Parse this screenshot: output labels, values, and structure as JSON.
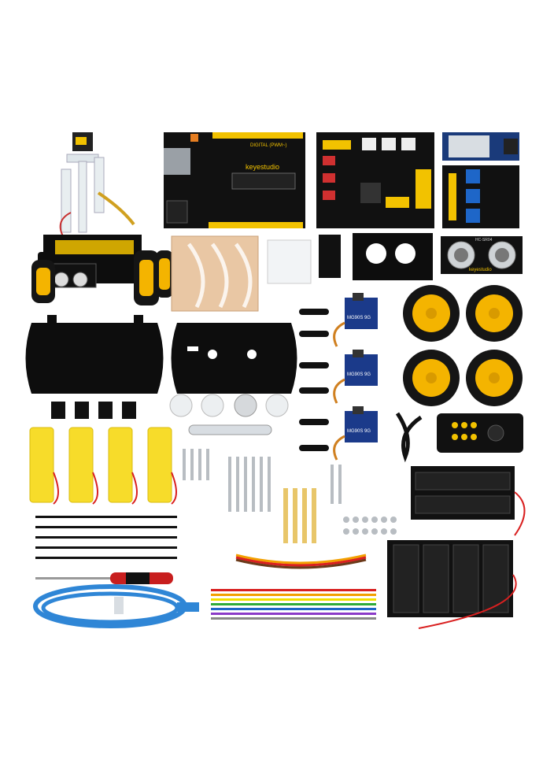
{
  "colors": {
    "background": "#ffffff",
    "pcb_black": "#111111",
    "header_yellow": "#f2c200",
    "wheel_yellow": "#f4b400",
    "tire_black": "#151515",
    "motor_yellow": "#f7dc2a",
    "acrylic_black": "#0d0d0d",
    "servo_blue": "#1b3a8a",
    "usb_blue": "#2f86d6",
    "wire_red": "#d92020"
  },
  "board_labels": {
    "uno_brand": "keyestudio",
    "uno_digital": "DIGITAL (PWM~)",
    "ultrasonic_brand": "keyestudio",
    "ultrasonic_model": "HC-SR04"
  },
  "servos": {
    "label": "MG90S 9G"
  },
  "icons": {
    "robot_car": "robot-car-icon",
    "mainboard": "mainboard-icon",
    "shield": "motor-shield-icon",
    "bluetooth": "bluetooth-module-icon",
    "line_tracker": "line-tracking-icon",
    "ultrasonic": "ultrasonic-sensor-icon",
    "remote": "ir-remote-icon",
    "battery": "battery-holder-icon",
    "wheel": "wheel-icon",
    "servo": "servo-icon",
    "motor": "gear-motor-icon",
    "screwdriver": "screwdriver-icon",
    "usb_cable": "usb-cable-icon"
  }
}
